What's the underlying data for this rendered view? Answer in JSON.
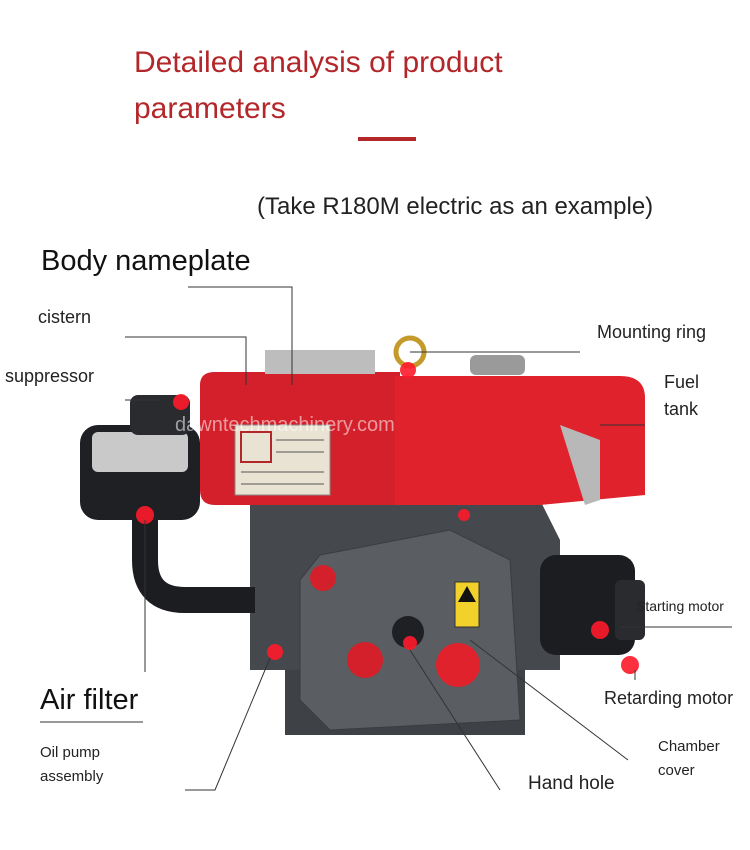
{
  "header": {
    "title": "Detailed analysis of product parameters",
    "subtitle": "(Take R180M electric as an example)"
  },
  "watermark": "dawntechmachinery.com",
  "colors": {
    "accent": "#b3262a",
    "engine_red": "#d4202a",
    "engine_gray": "#4a4d52",
    "marker": "#ff1a2a"
  },
  "labels": {
    "body_nameplate": "Body nameplate",
    "cistern": "cistern",
    "suppressor": "suppressor",
    "mounting_ring": "Mounting ring",
    "fuel_tank_line1": "Fuel",
    "fuel_tank_line2": "tank",
    "starting_motor": "Starting motor",
    "air_filter": "Air filter",
    "retarding_motor": "Retarding motor",
    "chamber_cover_line1": "Chamber",
    "chamber_cover_line2": "cover",
    "oil_pump_line1": "Oil pump",
    "oil_pump_line2": "assembly",
    "hand_hole": "Hand hole"
  }
}
